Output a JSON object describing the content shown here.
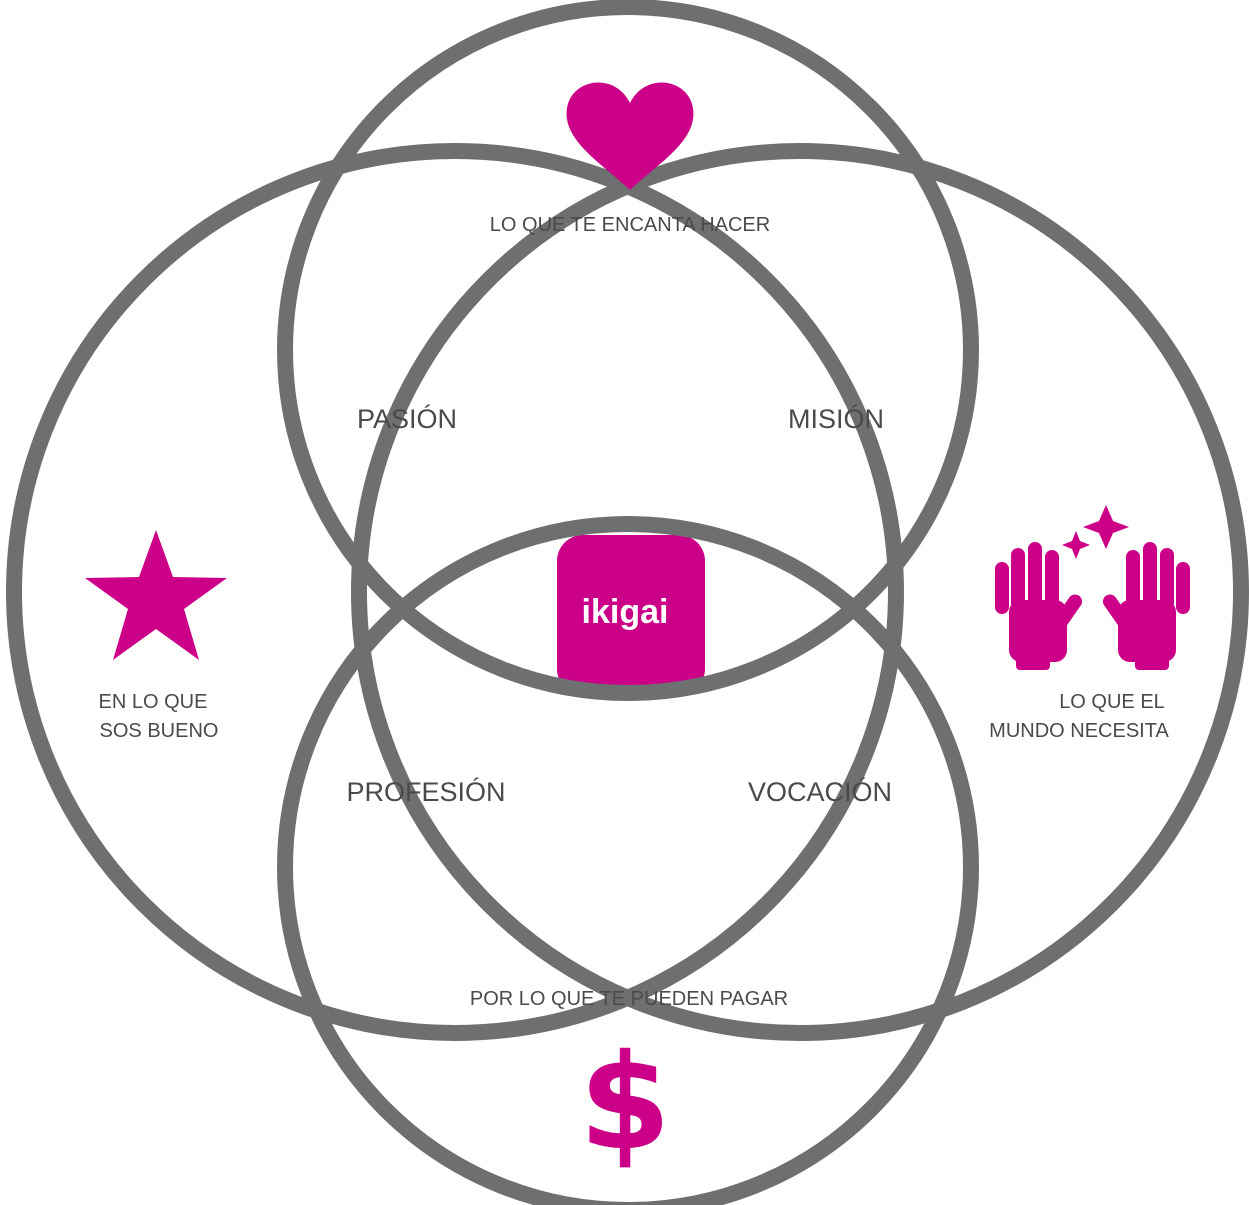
{
  "colors": {
    "ring": "#6e6f71",
    "accent": "#cc0088",
    "text": "#4a4a4a",
    "background": "#ffffff"
  },
  "circles": {
    "top": {
      "label": "LO QUE TE ENCANTA HACER",
      "icon": "heart-icon"
    },
    "left": {
      "label_lines": [
        "EN LO QUE",
        "SOS BUENO"
      ],
      "icon": "star-icon"
    },
    "right": {
      "label_lines": [
        "LO QUE EL",
        "MUNDO NECESITA"
      ],
      "icon": "raised-hands-sparkle-icon"
    },
    "bottom": {
      "label": "POR LO QUE TE PUEDEN PAGAR",
      "icon": "dollar-icon",
      "symbol": "$"
    }
  },
  "intersections": {
    "passion": "PASIÓN",
    "mission": "MISIÓN",
    "profession": "PROFESIÓN",
    "vocation": "VOCACIÓN"
  },
  "center": {
    "label": "ikigai"
  }
}
